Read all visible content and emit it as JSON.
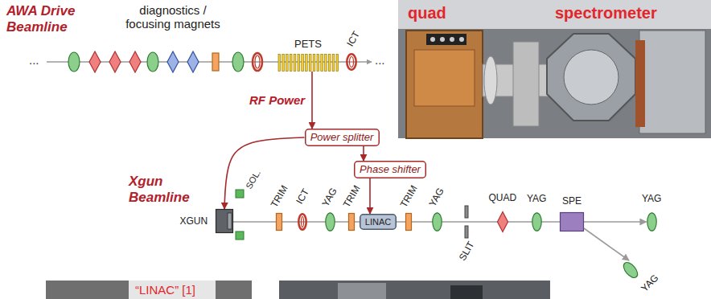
{
  "diagram": {
    "nodes": [
      {
        "text": [
          "PETS"
        ]
      },
      {
        "text": [
          "ICT"
        ]
      },
      {
        "text": [
          "Power splitter"
        ]
      },
      {
        "text": [
          "Phase shifter"
        ]
      },
      {
        "text": [
          "XGUN"
        ]
      },
      {
        "text": [
          "SOL."
        ]
      },
      {
        "text": [
          "TRIM"
        ]
      },
      {
        "text": [
          "ICT"
        ]
      },
      {
        "text": [
          "YAG"
        ]
      },
      {
        "text": [
          "TRIM"
        ]
      },
      {
        "text": [
          "LINAC"
        ]
      },
      {
        "text": [
          "TRIM"
        ]
      },
      {
        "text": [
          "YAG"
        ]
      },
      {
        "text": [
          "SLIT"
        ]
      },
      {
        "text": [
          "QUAD"
        ]
      },
      {
        "text": [
          "YAG"
        ]
      },
      {
        "text": [
          "SPE"
        ]
      },
      {
        "text": [
          "YAG"
        ]
      },
      {
        "text": [
          "YAG"
        ]
      }
    ],
    "edges": [
      {
        "from": 0,
        "to": 2,
        "arrow": "to",
        "label": "RF Power"
      },
      {
        "from": 2,
        "to": 4,
        "arrow": "to"
      },
      {
        "from": 2,
        "to": 3,
        "arrow": "to"
      },
      {
        "from": 3,
        "to": 10,
        "arrow": "to"
      },
      {
        "from": 16,
        "to": 17,
        "arrow": "to"
      },
      {
        "from": 16,
        "to": 18,
        "arrow": "to"
      }
    ],
    "labels": [
      "AWA Drive Beamline",
      "diagnostics / focusing magnets",
      "...",
      "...",
      "Xgun Beamline",
      "quad",
      "spectrometer",
      "“LINAC” [1]"
    ]
  }
}
